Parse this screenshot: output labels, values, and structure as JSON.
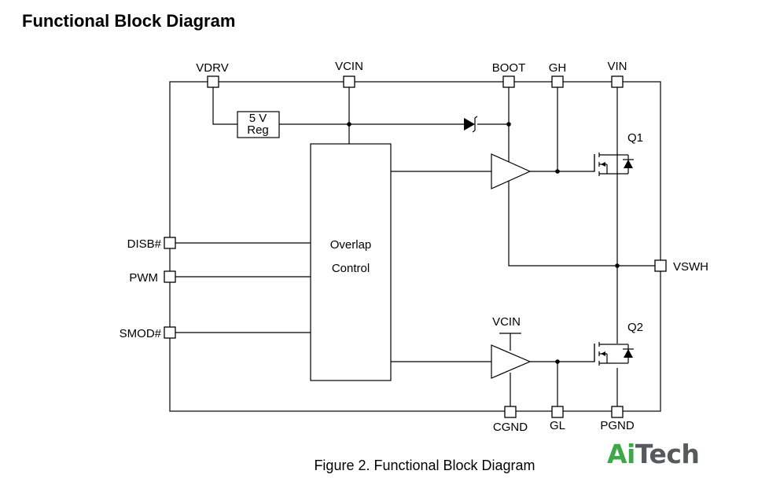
{
  "title": "Functional Block Diagram",
  "caption": "Figure 2. Functional Block Diagram",
  "pins": {
    "vdrv": "VDRV",
    "vcin_top": "VCIN",
    "boot": "BOOT",
    "gh": "GH",
    "vin": "VIN",
    "disb": "DISB#",
    "pwm": "PWM",
    "smod": "SMOD#",
    "vswh": "VSWH",
    "cgnd": "CGND",
    "gl": "GL",
    "pgnd": "PGND"
  },
  "blocks": {
    "regulator_line1": "5 V",
    "regulator_line2": "Reg",
    "overlap_line1": "Overlap",
    "overlap_line2": "Control",
    "low_driver_supply": "VCIN"
  },
  "transistors": {
    "high_side": "Q1",
    "low_side": "Q2"
  },
  "logo": {
    "part1": "Ai",
    "part2": "Tech",
    "color1": "#3da74a",
    "color2": "#555a5c"
  }
}
